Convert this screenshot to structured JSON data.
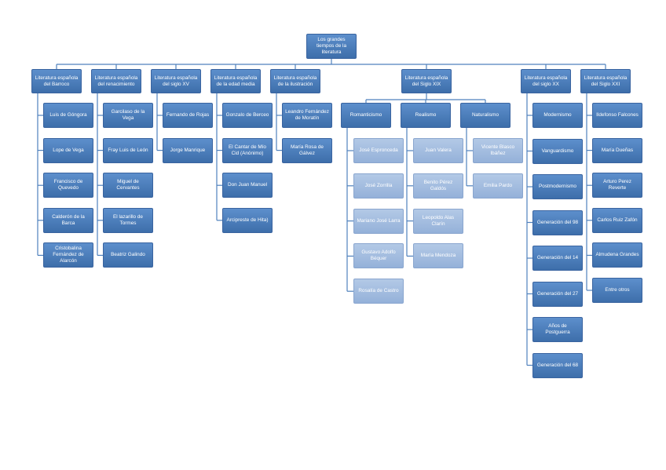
{
  "root": "Los grandes tiempos de la literatura",
  "columns": [
    {
      "title": "Literatura española del Barroco",
      "items": [
        "Luis de Góngora",
        "Lope de Vega",
        "Francisco de Quevedo",
        "Calderón de la Barca",
        "Cristobalina Fernández de Alarcón"
      ]
    },
    {
      "title": "Literatura española del renacimiento",
      "items": [
        "Garcilaso de la Vega",
        "Fray Luis de León",
        "Miguel de Cervantes",
        "El lazarillo de Tormes",
        "Beatriz Galindo"
      ]
    },
    {
      "title": "Literatura española del siglo XV",
      "items": [
        "Fernando de Rojas",
        "Jorge Manrique"
      ]
    },
    {
      "title": "Literatura española de la edad media",
      "items": [
        "Gonzalo de Berceo",
        "El Cantar de Mío Cid (Anónimo)",
        "Don Juan Manuel",
        "Arcipreste de Hita)"
      ]
    },
    {
      "title": "Literatura española de la ilustración",
      "items": [
        "Leandro Fernández de Moratín",
        "María Rosa de Gálvez"
      ]
    },
    {
      "title": "Literatura española del Siglo XIX",
      "groups": [
        {
          "title": "Romanticismo",
          "items": [
            "José Espronceda",
            "José Zorrilla",
            "Mariano José Larra",
            "Gustavo Adolfo Béquer",
            "Rosalía de Castro"
          ]
        },
        {
          "title": "Realismo",
          "items": [
            "Juan Valera",
            "Benito Pérez Galdós",
            "Leopoldo Alas Clarín",
            "María Mendoza"
          ]
        },
        {
          "title": "Naturalismo",
          "items": [
            "Vicente Blasco Ibáñez",
            "Emilia Pardo"
          ]
        }
      ]
    },
    {
      "title": "Literatura española del siglo XX",
      "items": [
        "Modernismo",
        "Vanguardismo",
        "Postmodernismo",
        "Generación del 98",
        "Generación del 14",
        "Generación del 27",
        "Años de Postguerra",
        "Generación del 68"
      ]
    },
    {
      "title": "Literatura española del Siglo XXI",
      "items": [
        "Ildefonso Falcones",
        "María Dueñas",
        "Arturo Perez Reverte",
        "Carlos Ruiz Zafón",
        "Almudena Grandes",
        "Entre otros"
      ]
    }
  ],
  "colors": {
    "dark": "#4a7dbd",
    "light": "#a5bde0",
    "line": "#4f81bd"
  }
}
